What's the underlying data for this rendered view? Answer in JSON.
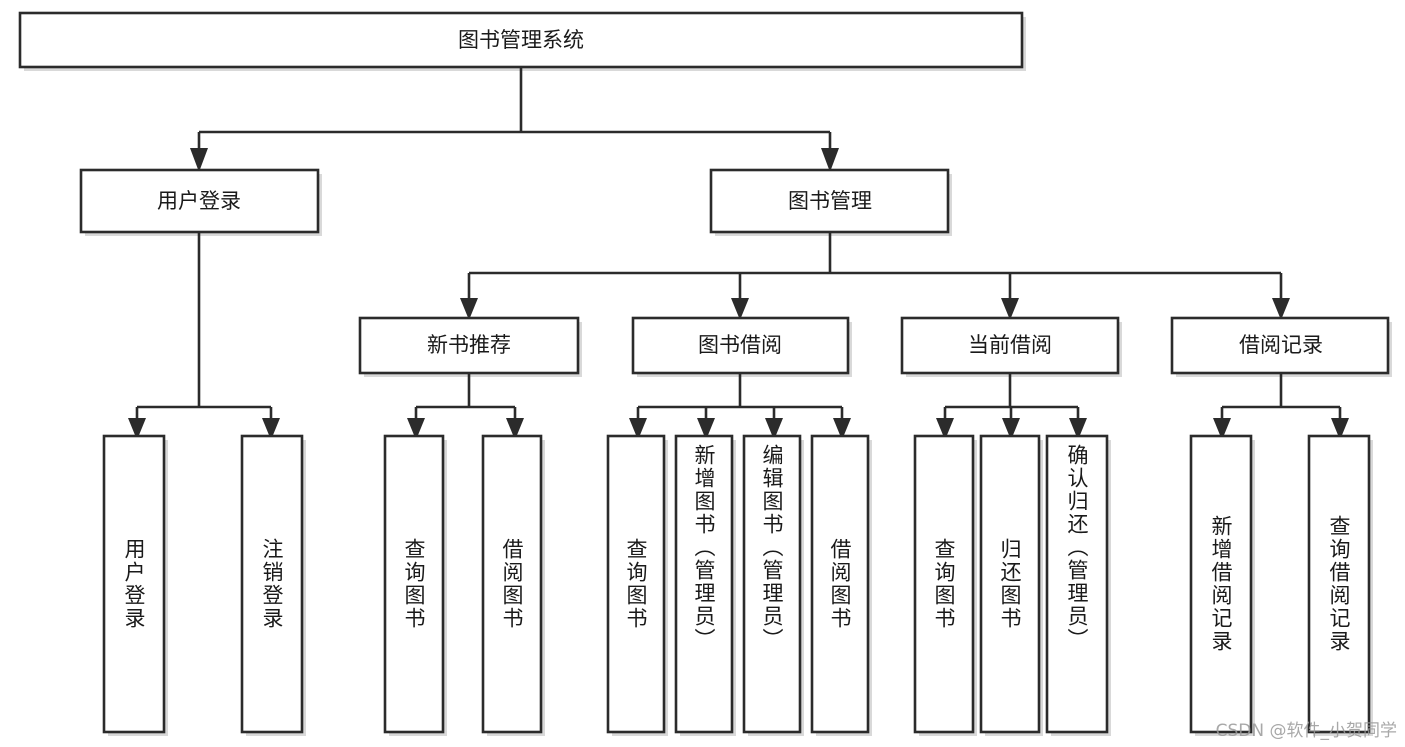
{
  "diagram": {
    "type": "tree",
    "title": "图书管理系统",
    "orientation": "top-down",
    "colors": {
      "box_fill": "#ffffff",
      "box_stroke": "#2b2b2b",
      "text": "#1a1a1a",
      "background": "#ffffff",
      "watermark": "#9a9a9a"
    },
    "root": {
      "label": "图书管理系统",
      "level": 1
    },
    "level2": [
      {
        "id": "user-login",
        "label": "用户登录"
      },
      {
        "id": "book-management",
        "label": "图书管理"
      }
    ],
    "level3": [
      {
        "id": "new-book-recommend",
        "label": "新书推荐",
        "parent": "book-management"
      },
      {
        "id": "book-borrow",
        "label": "图书借阅",
        "parent": "book-management"
      },
      {
        "id": "current-borrow",
        "label": "当前借阅",
        "parent": "book-management"
      },
      {
        "id": "borrow-record",
        "label": "借阅记录",
        "parent": "book-management"
      }
    ],
    "leaves": {
      "user-login": [
        {
          "id": "leaf-user-login",
          "label": "用户登录"
        },
        {
          "id": "leaf-logout-login",
          "label": "注销登录"
        }
      ],
      "new-book-recommend": [
        {
          "id": "leaf-query-book-1",
          "label": "查询图书"
        },
        {
          "id": "leaf-borrow-book-1",
          "label": "借阅图书"
        }
      ],
      "book-borrow": [
        {
          "id": "leaf-query-book-2",
          "label": "查询图书"
        },
        {
          "id": "leaf-add-book",
          "label": "新增图书（管理员）"
        },
        {
          "id": "leaf-edit-book",
          "label": "编辑图书（管理员）"
        },
        {
          "id": "leaf-borrow-book-2",
          "label": "借阅图书"
        }
      ],
      "current-borrow": [
        {
          "id": "leaf-query-book-3",
          "label": "查询图书"
        },
        {
          "id": "leaf-return-book",
          "label": "归还图书"
        },
        {
          "id": "leaf-confirm-return",
          "label": "确认归还（管理员）"
        }
      ],
      "borrow-record": [
        {
          "id": "leaf-add-record",
          "label": "新增借阅记录"
        },
        {
          "id": "leaf-query-record",
          "label": "查询借阅记录"
        }
      ]
    }
  },
  "watermark": {
    "text": "CSDN @软件_小贺同学"
  }
}
